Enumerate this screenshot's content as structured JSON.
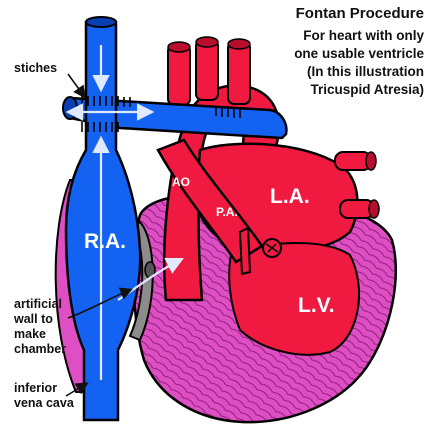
{
  "title": {
    "main": "Fontan Procedure",
    "lines": [
      "For heart with only",
      "one usable ventricle",
      "(In this illustration",
      "Tricuspid Atresia)"
    ]
  },
  "labels": {
    "stiches": "stiches",
    "artificial_wall": [
      "artificial",
      "wall to",
      "make",
      "chamber"
    ],
    "ivc": [
      "inferior",
      "vena cava"
    ]
  },
  "chambers": {
    "ra": "R.A.",
    "la": "L.A.",
    "lv": "L.V.",
    "ao": "AO",
    "pa": "P.A."
  },
  "colors": {
    "vein_blue": "#1462f2",
    "heart_red": "#f0193f",
    "ventricle_pink": "#df4fc4",
    "wall_gray": "#8c8c8c",
    "outline": "#000000"
  }
}
